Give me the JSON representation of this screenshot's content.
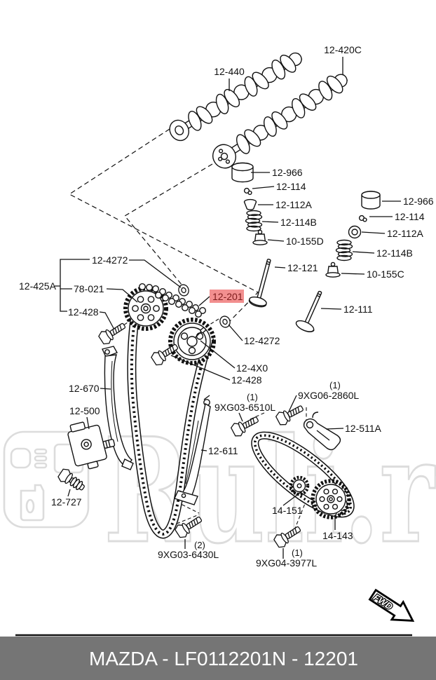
{
  "diagram": {
    "highlighted_part": "12-201",
    "labels": [
      {
        "text": "12-440"
      },
      {
        "text": "12-420C"
      },
      {
        "text": "12-966"
      },
      {
        "text": "12-114"
      },
      {
        "text": "12-112A"
      },
      {
        "text": "12-114B"
      },
      {
        "text": "10-155D"
      },
      {
        "text": "12-121"
      },
      {
        "text": "12-966"
      },
      {
        "text": "12-114"
      },
      {
        "text": "12-112A"
      },
      {
        "text": "12-114B"
      },
      {
        "text": "10-155C"
      },
      {
        "text": "12-111"
      },
      {
        "text": "12-4272"
      },
      {
        "text": "12-425A"
      },
      {
        "text": "78-021"
      },
      {
        "text": "12-201"
      },
      {
        "text": "12-428"
      },
      {
        "text": "12-4272"
      },
      {
        "text": "12-4X0"
      },
      {
        "text": "12-428"
      },
      {
        "text": "12-670"
      },
      {
        "text": "12-500"
      },
      {
        "text": "12-727"
      },
      {
        "text": "9XG03-6510L",
        "qty": "(1)"
      },
      {
        "text": "9XG06-2860L",
        "qty": "(1)"
      },
      {
        "text": "12-511A"
      },
      {
        "text": "12-611"
      },
      {
        "text": "14-151"
      },
      {
        "text": "14-143"
      },
      {
        "text": "9XG03-6430L",
        "qty": "(2)"
      },
      {
        "text": "9XG04-3977L",
        "qty": "(1)"
      }
    ]
  },
  "watermark": {
    "text": "Ruli.ru"
  },
  "fwd_badge": {
    "label": "FWD"
  },
  "footer": {
    "left": "MAZDA - LF0112201",
    "right": "N - 12201"
  },
  "colors": {
    "highlight_bg": "#f28f8f",
    "highlight_text": "#7e1c1c",
    "footer_bg": "#757575",
    "footer_text": "#ffffff",
    "watermark": "#dcdcdc"
  }
}
